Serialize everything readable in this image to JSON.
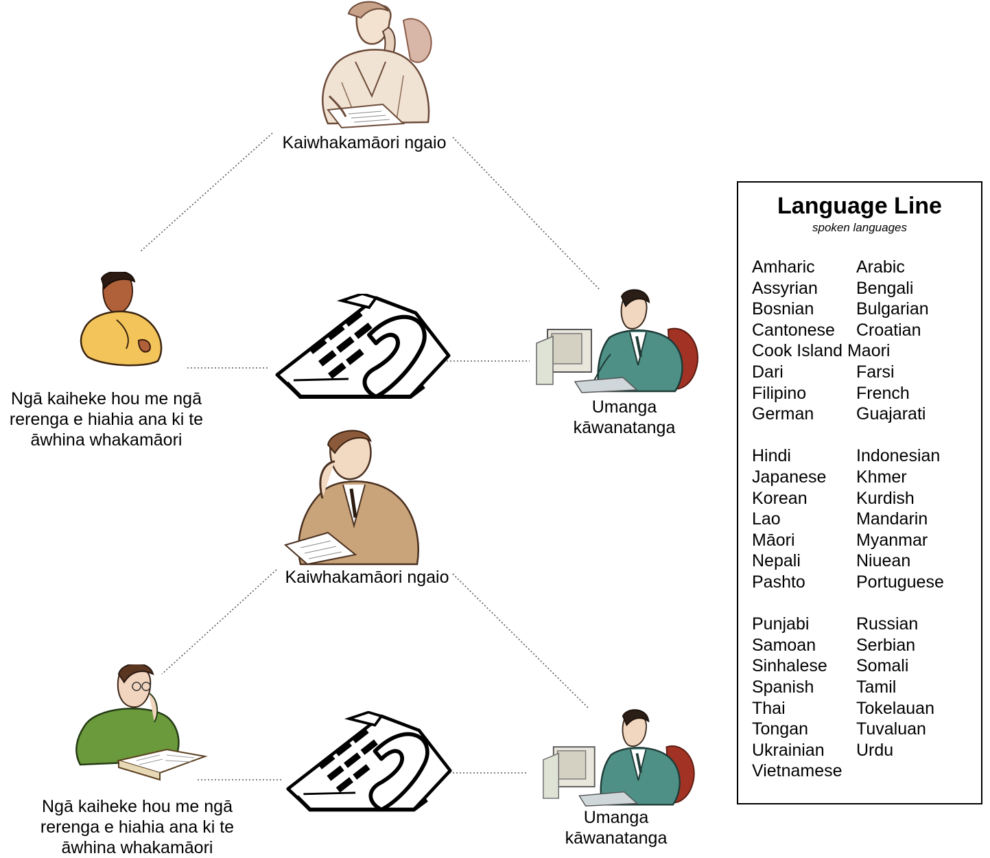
{
  "translator_label_1": "Kaiwhakamāori ngaio",
  "translator_label_2": "Kaiwhakamāori ngaio",
  "client_label_1": [
    "Ngā kaiheke hou me ngā",
    "rerenga e hiahia ana ki te",
    "āwhina whakamāori"
  ],
  "client_label_2": [
    "Ngā kaiheke hou me ngā",
    "rerenga e hiahia ana ki te",
    "āwhina whakamāori"
  ],
  "agency_label_1": [
    "Umanga",
    "kāwanatanga"
  ],
  "agency_label_2": [
    "Umanga",
    "kāwanatanga"
  ],
  "language_line": {
    "title": "Language Line",
    "subtitle": "spoken languages",
    "languages": [
      "Amharic",
      "Arabic",
      "Assyrian",
      "Bengali",
      "Bosnian",
      "Bulgarian",
      "Cantonese",
      "Croatian",
      "Cook Island Maori",
      "Dari",
      "Farsi",
      "Filipino",
      "French",
      "German",
      "Guajarati",
      "Hindi",
      "Indonesian",
      "Japanese",
      "Khmer",
      "Korean",
      "Kurdish",
      "Lao",
      "Mandarin",
      "Māori",
      "Myanmar",
      "Nepali",
      "Niuean",
      "Pashto",
      "Portuguese",
      "Punjabi",
      "Russian",
      "Samoan",
      "Serbian",
      "Sinhalese",
      "Somali",
      "Spanish",
      "Tamil",
      "Thai",
      "Tokelauan",
      "Tongan",
      "Tuvaluan",
      "Ukrainian",
      "Urdu",
      "Vietnamese"
    ]
  },
  "colors": {
    "connector": "#555555",
    "teal_suit": "#4e8f86",
    "chair_red": "#a23324",
    "green_sweater": "#6b9a3c",
    "yellow_shirt": "#f2c45a",
    "tan_suit": "#b8926a"
  }
}
